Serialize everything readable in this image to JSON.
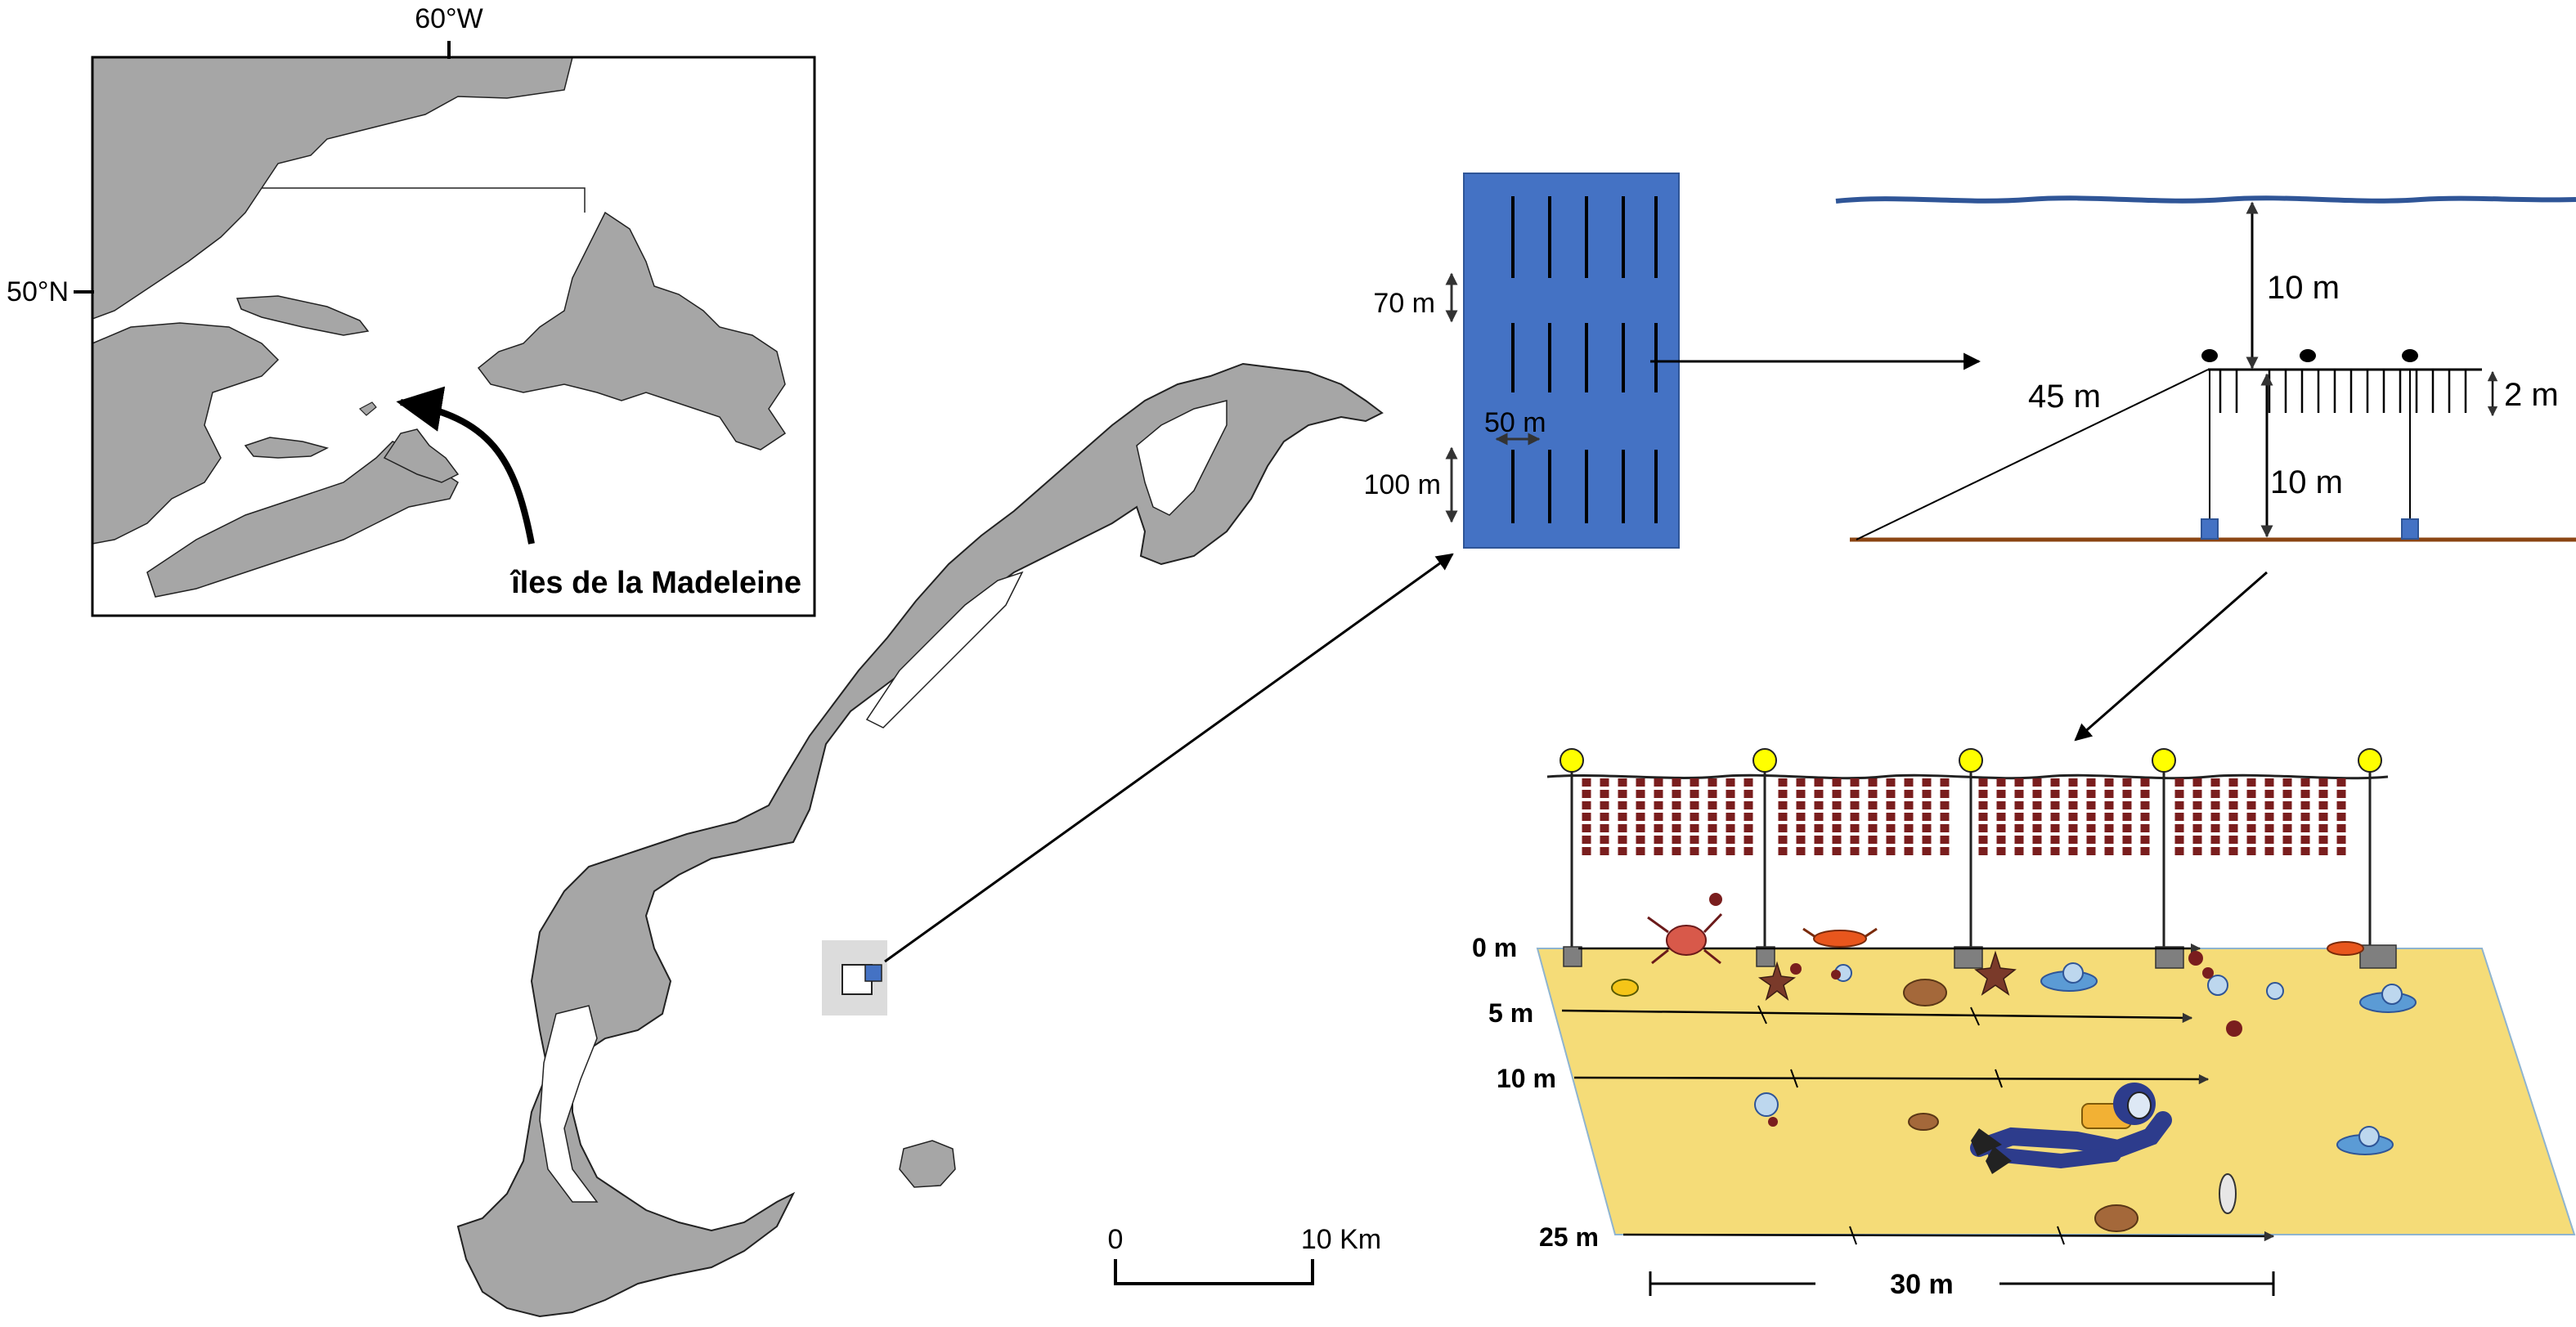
{
  "inset_map": {
    "lon_label": "60°W",
    "lat_label": "50°N",
    "place_label": "îles de la Madeleine"
  },
  "scale_bar": {
    "start_label": "0",
    "end_label": "10 Km"
  },
  "farm_plan": {
    "spacing_label": "70 m",
    "line_spacing_label": "50 m",
    "line_length_label": "100 m"
  },
  "cross_section": {
    "surface_depth_label": "10 m",
    "anchor_line_label": "45 m",
    "collector_length_label": "2 m",
    "bottom_depth_label": "10 m"
  },
  "survey_diagram": {
    "depth_labels": [
      "0 m",
      "5 m",
      "10 m",
      "25 m"
    ],
    "width_label": "30 m"
  },
  "colors": {
    "land": "#a6a6a6",
    "farm_blue": "#4472c4",
    "water_line": "#2f5597",
    "seabed": "#8b4513",
    "sand": "#f5dc78",
    "buoy": "#ffff00",
    "collector": "#7a1e1e"
  }
}
